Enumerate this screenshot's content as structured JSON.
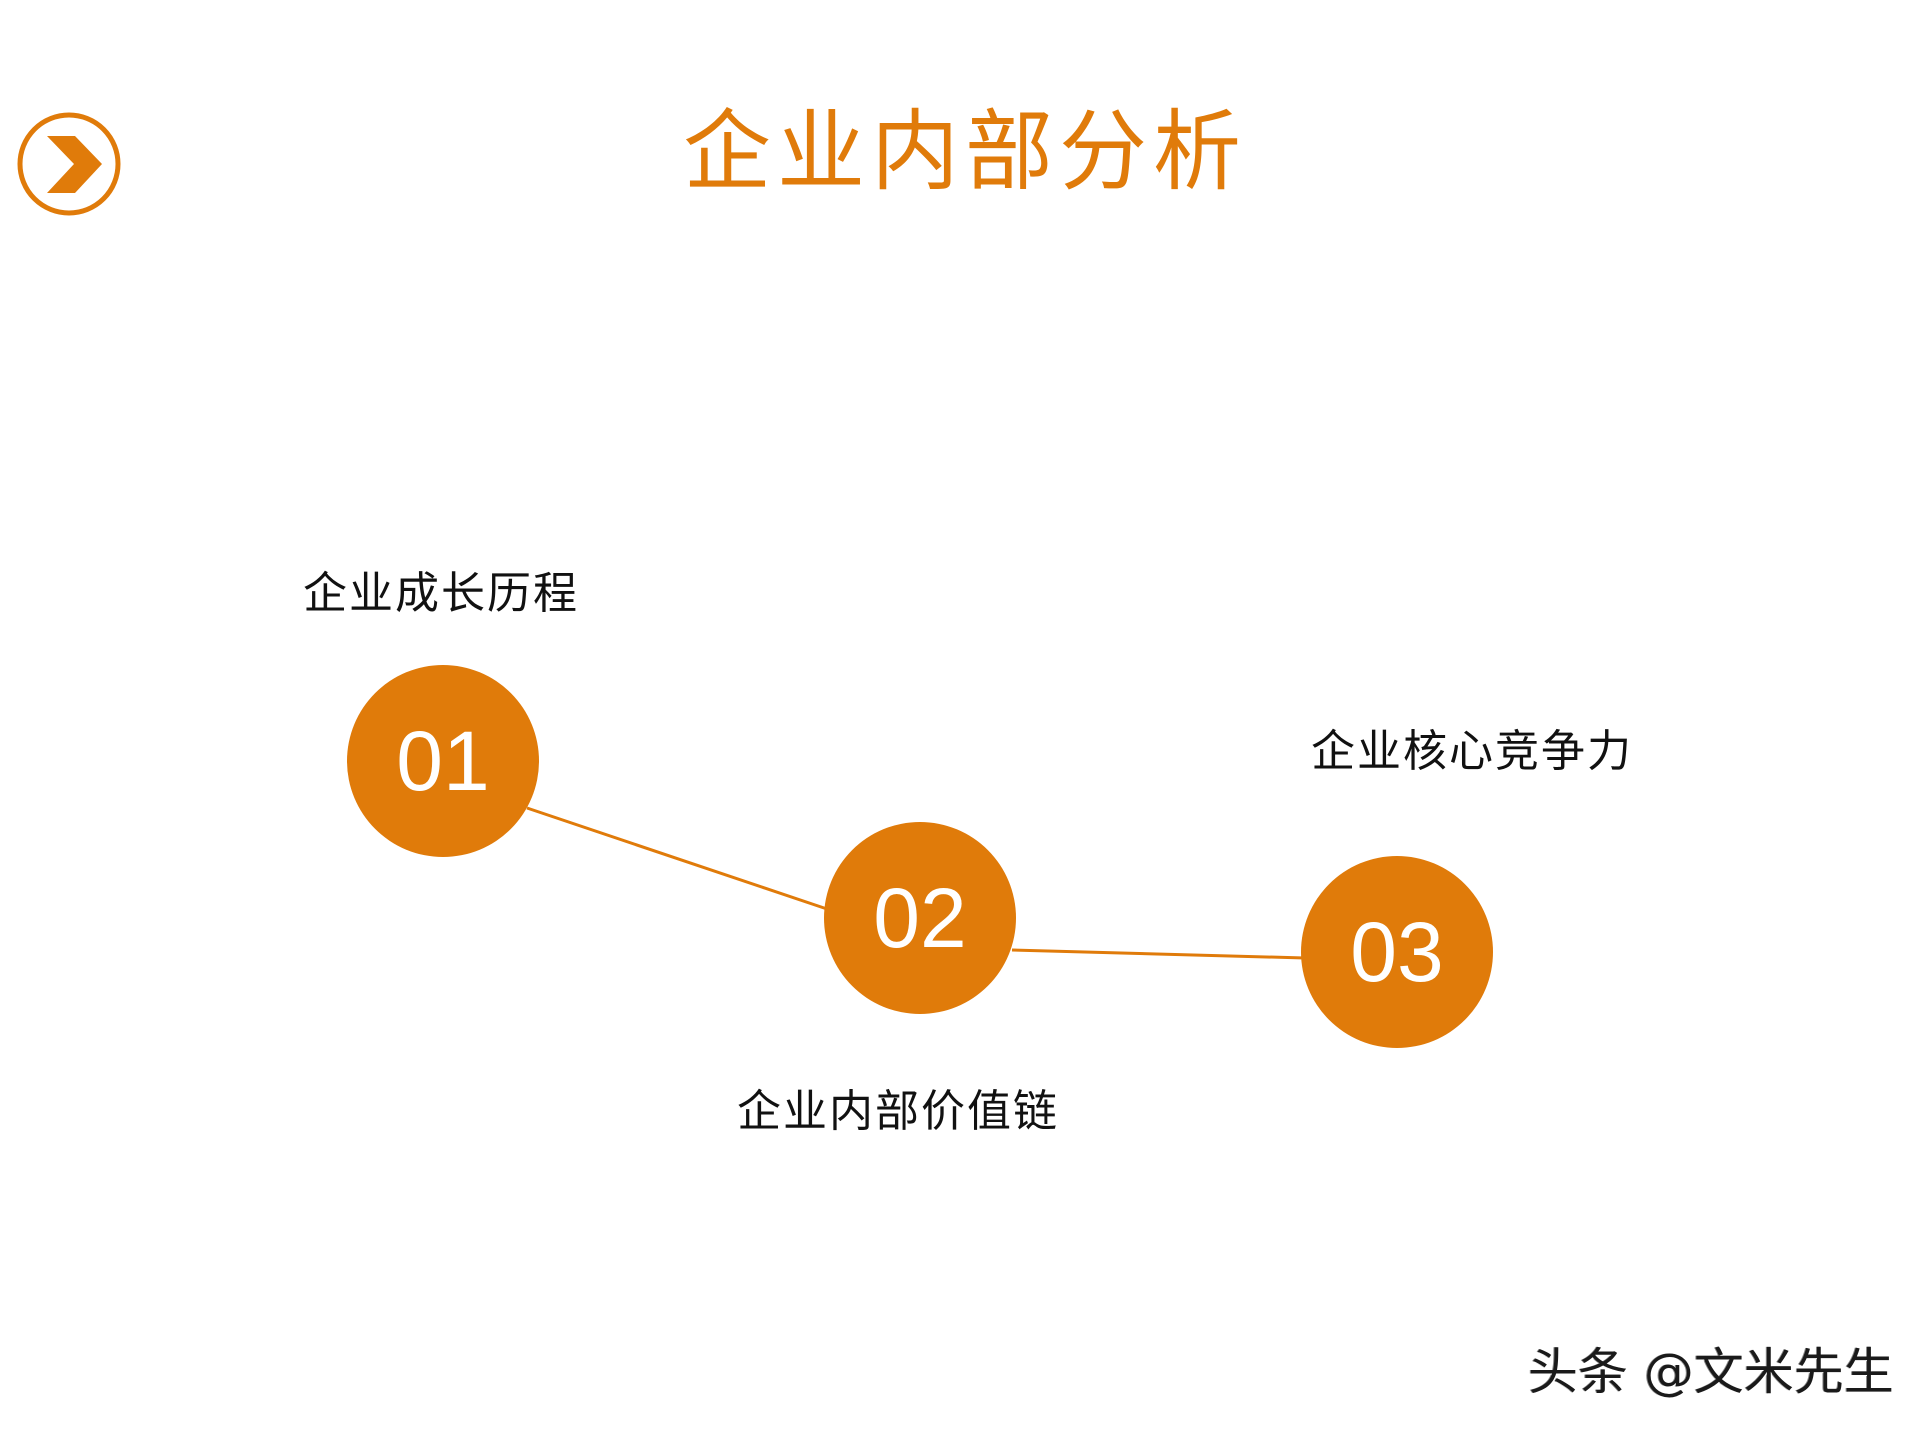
{
  "slide": {
    "title": "企业内部分析",
    "accent_color": "#E07B0A",
    "nav_icon": "chevron-right-circle-icon"
  },
  "steps": [
    {
      "number": "01",
      "label": "企业成长历程"
    },
    {
      "number": "02",
      "label": "企业内部价值链"
    },
    {
      "number": "03",
      "label": "企业核心竞争力"
    }
  ],
  "watermark": "头条 @文米先生"
}
